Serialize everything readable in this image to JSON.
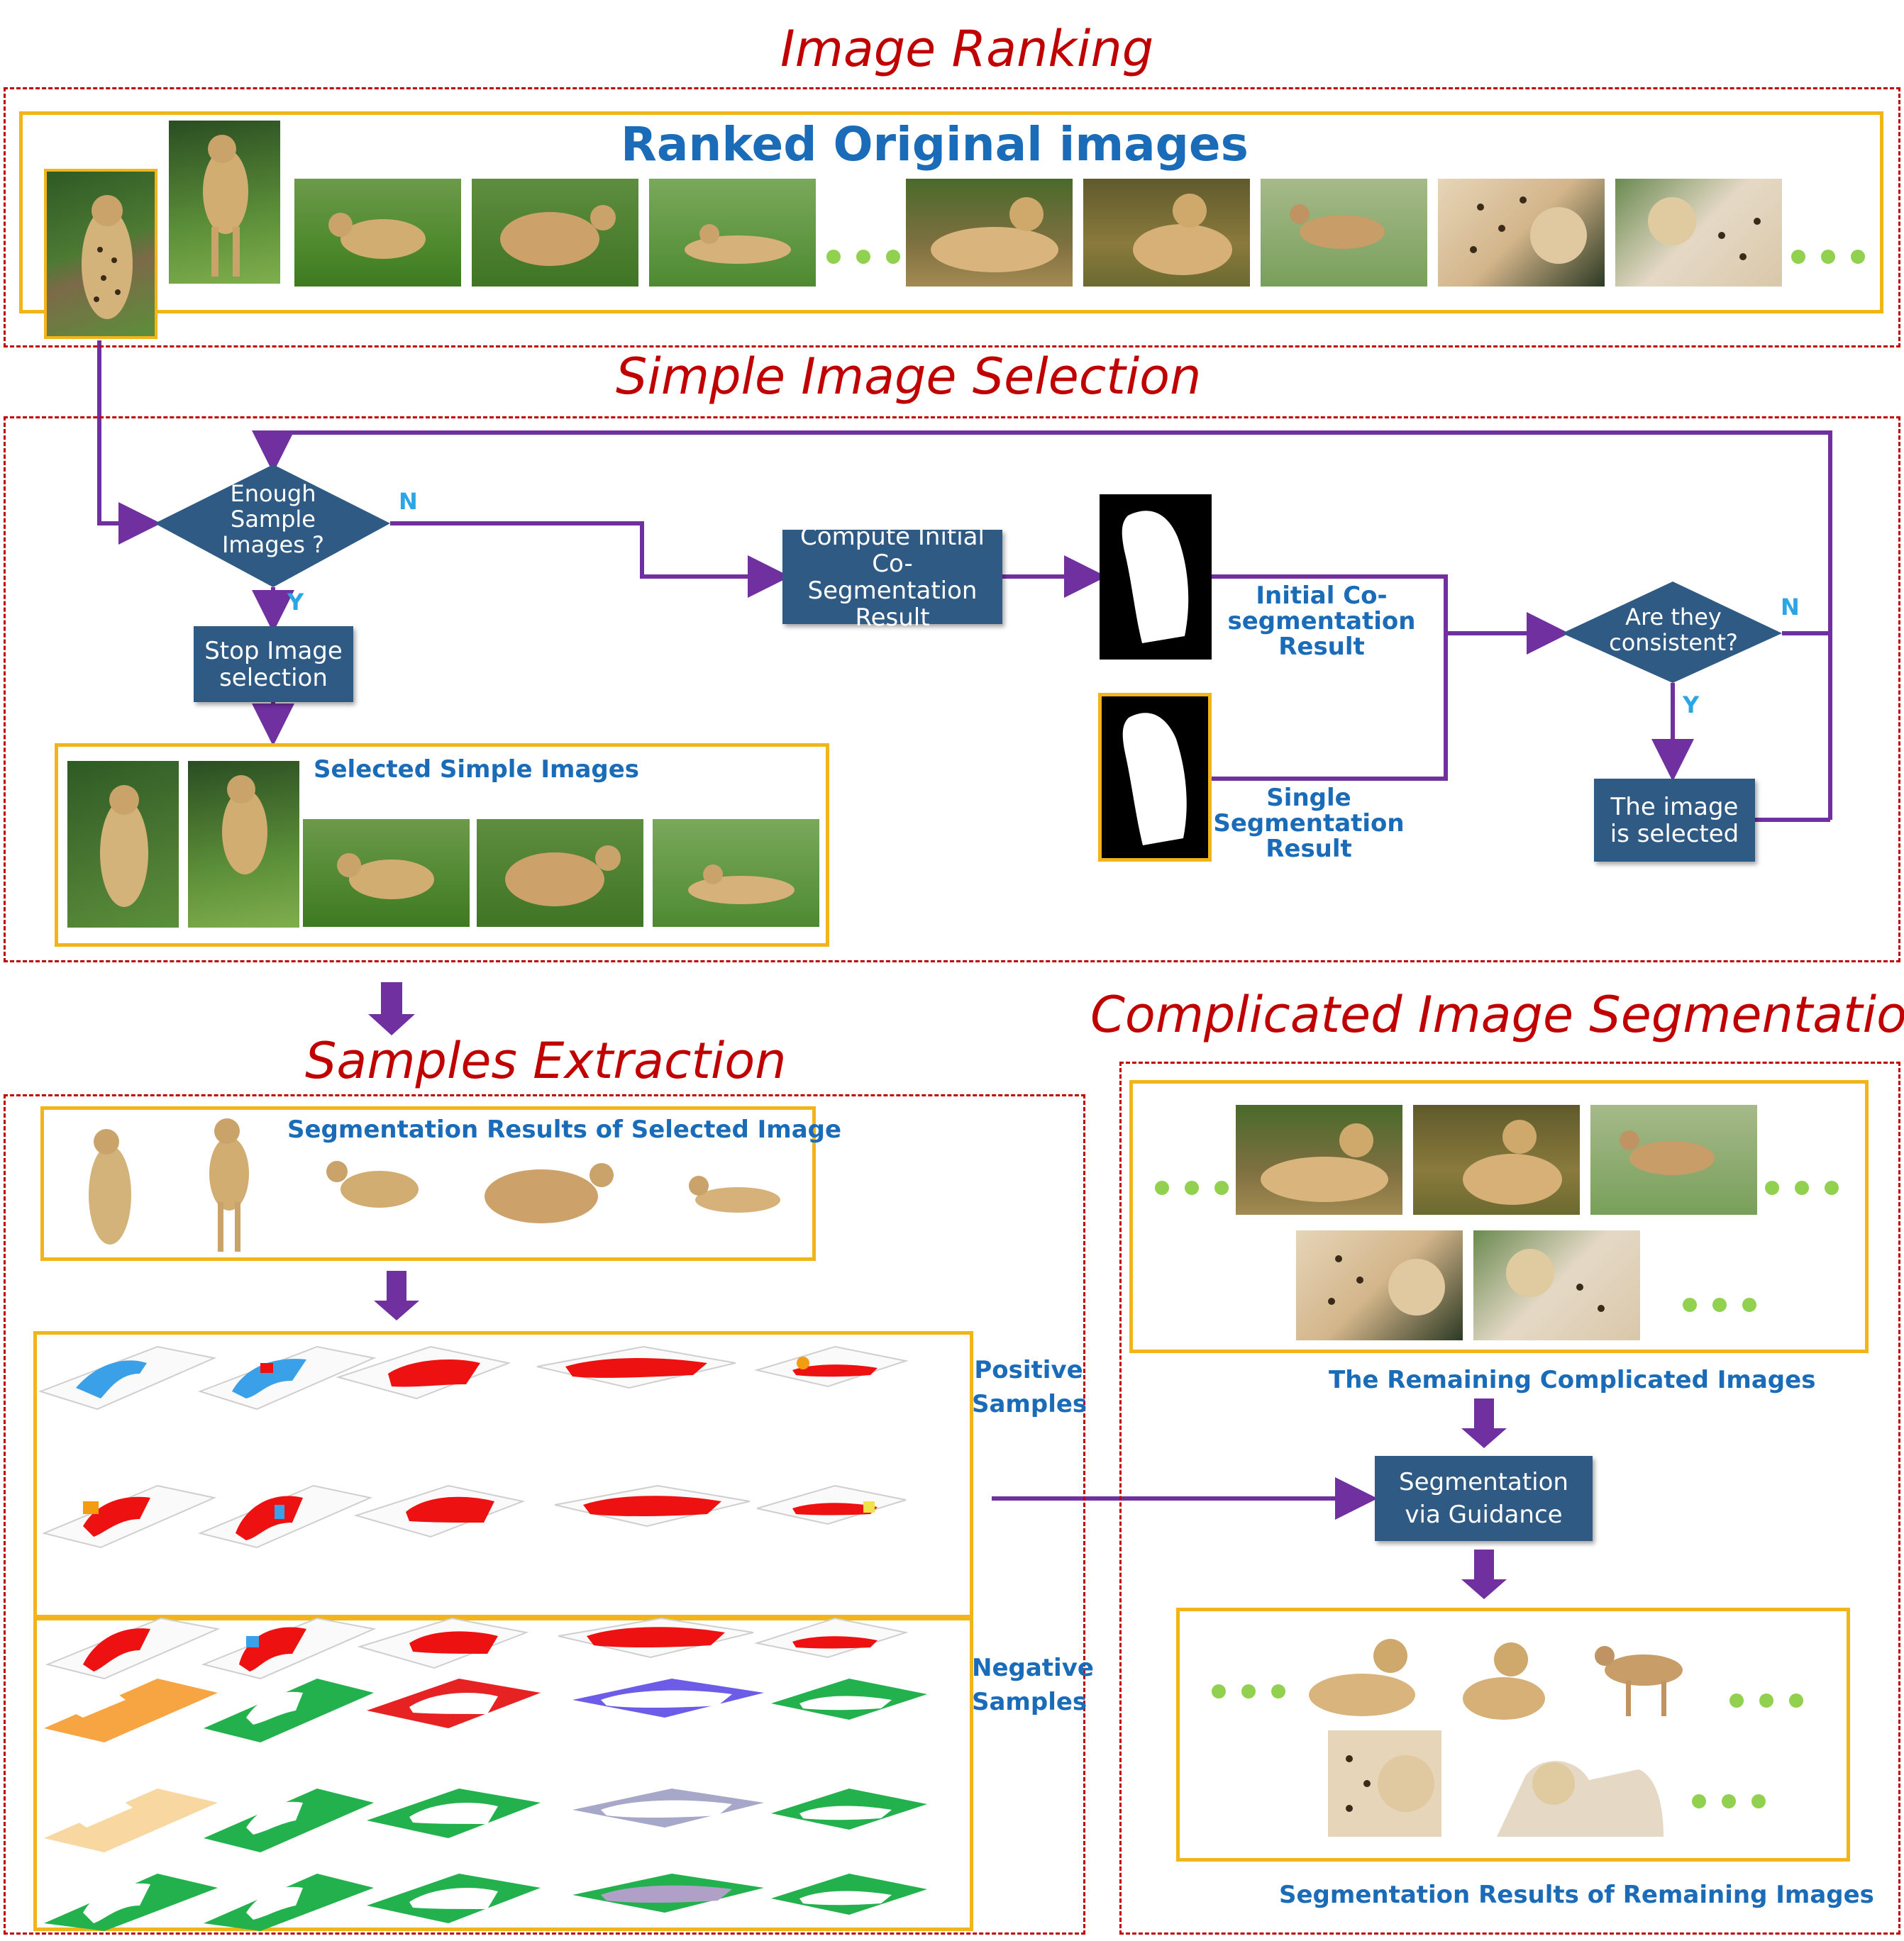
{
  "sections": {
    "ranking": "Image Ranking",
    "selection": "Simple Image Selection",
    "extraction": "Samples Extraction",
    "complicated": "Complicated Image Segmentation"
  },
  "ranking": {
    "heading": "Ranked Original images"
  },
  "selection": {
    "decision_enough": "Enough Sample Images ?",
    "decision_consistent": "Are they consistent?",
    "edge_n1": "N",
    "edge_y1": "Y",
    "edge_n2": "N",
    "edge_y2": "Y",
    "stop_box": "Stop Image selection",
    "compute_box": "Compute Initial Co-Segmentation Result",
    "selected_box": "The image is selected",
    "initial_label": "Initial Co-segmentation Result",
    "single_label": "Single Segmentation Result",
    "selected_images_label": "Selected Simple Images"
  },
  "extraction": {
    "seg_results_label": "Segmentation Results of Selected Image",
    "positive_label": "Positive Samples",
    "negative_label": "Negative Samples"
  },
  "complicated": {
    "remaining_label": "The Remaining Complicated Images",
    "guidance_box": "Segmentation via Guidance",
    "results_label": "Segmentation Results of Remaining Images"
  },
  "colors": {
    "section_title": "#c00000",
    "dashed_border": "#c00000",
    "gold_border": "#f2b519",
    "process_box": "#2f5a84",
    "arrow": "#7030a0",
    "label_blue": "#1a6bb8",
    "dots_green": "#92d050",
    "negative_green": "#22b14c",
    "positive_red": "#ee1111"
  },
  "icons": [
    "cheetah-photo",
    "segmentation-mask",
    "cheetah-cutout",
    "sample-slab"
  ]
}
